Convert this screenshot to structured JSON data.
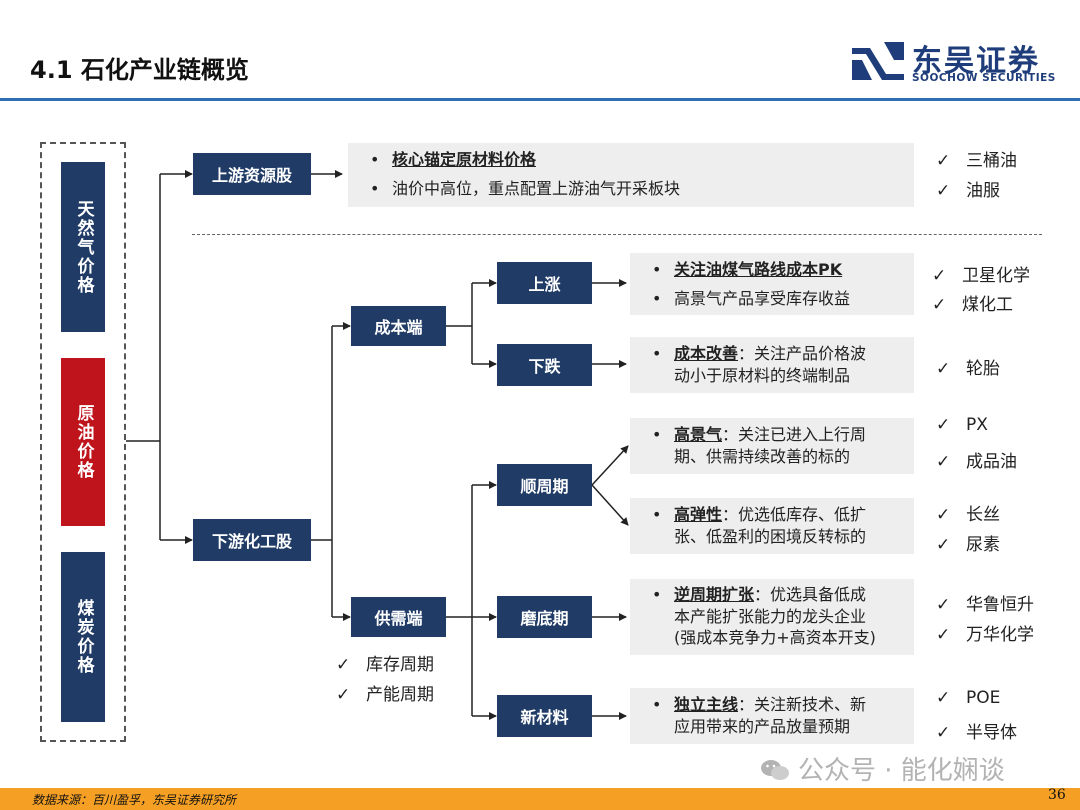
{
  "title": "4.1 石化产业链概览",
  "logo": {
    "cn": "东吴证券",
    "en": "SOOCHOW SECURITIES"
  },
  "left": [
    "天然气价格",
    "原油价格",
    "煤炭价格"
  ],
  "nodes": {
    "upstream": "上游资源股",
    "downstream": "下游化工股",
    "cost": "成本端",
    "supply": "供需端",
    "rise": "上涨",
    "fall": "下跌",
    "cyclical": "顺周期",
    "bottom": "磨底期",
    "newmat": "新材料"
  },
  "supply_checks": [
    "库存周期",
    "产能周期"
  ],
  "panels": {
    "upstream": {
      "b1": "核心锚定原材料价格",
      "b2": "油价中高位，重点配置上游油气开采板块",
      "checks": [
        "三桶油",
        "油服"
      ]
    },
    "rise": {
      "b1": "关注油煤气路线成本PK",
      "b2": "高景气产品享受库存收益",
      "checks": [
        "卫星化学",
        "煤化工"
      ]
    },
    "fall": {
      "head": "成本改善",
      "l1": "：关注产品价格波",
      "l2": "动小于原材料的终端制品",
      "checks": [
        "轮胎"
      ]
    },
    "boom": {
      "head": "高景气",
      "l1": "：关注已进入上行周",
      "l2": "期、供需持续改善的标的",
      "checks": [
        "PX",
        "成品油"
      ]
    },
    "elastic": {
      "head": "高弹性",
      "l1": "：优选低库存、低扩",
      "l2": "张、低盈利的困境反转标的",
      "checks": [
        "长丝",
        "尿素"
      ]
    },
    "counter": {
      "head": "逆周期扩张",
      "l1": "：优选具备低成",
      "l2": "本产能扩张能力的龙头企业",
      "l3": "(强成本竞争力+高资本开支)",
      "checks": [
        "华鲁恒升",
        "万华化学"
      ]
    },
    "independent": {
      "head": "独立主线",
      "l1": "：关注新技术、新",
      "l2": "应用带来的产品放量预期",
      "checks": [
        "POE",
        "半导体"
      ]
    }
  },
  "check_mark": "✓",
  "bullet_mark": "•",
  "footer": {
    "source": "数据来源：百川盈孚，东吴证券研究所",
    "page": "36"
  },
  "watermark": "公众号 · 能化娴谈"
}
